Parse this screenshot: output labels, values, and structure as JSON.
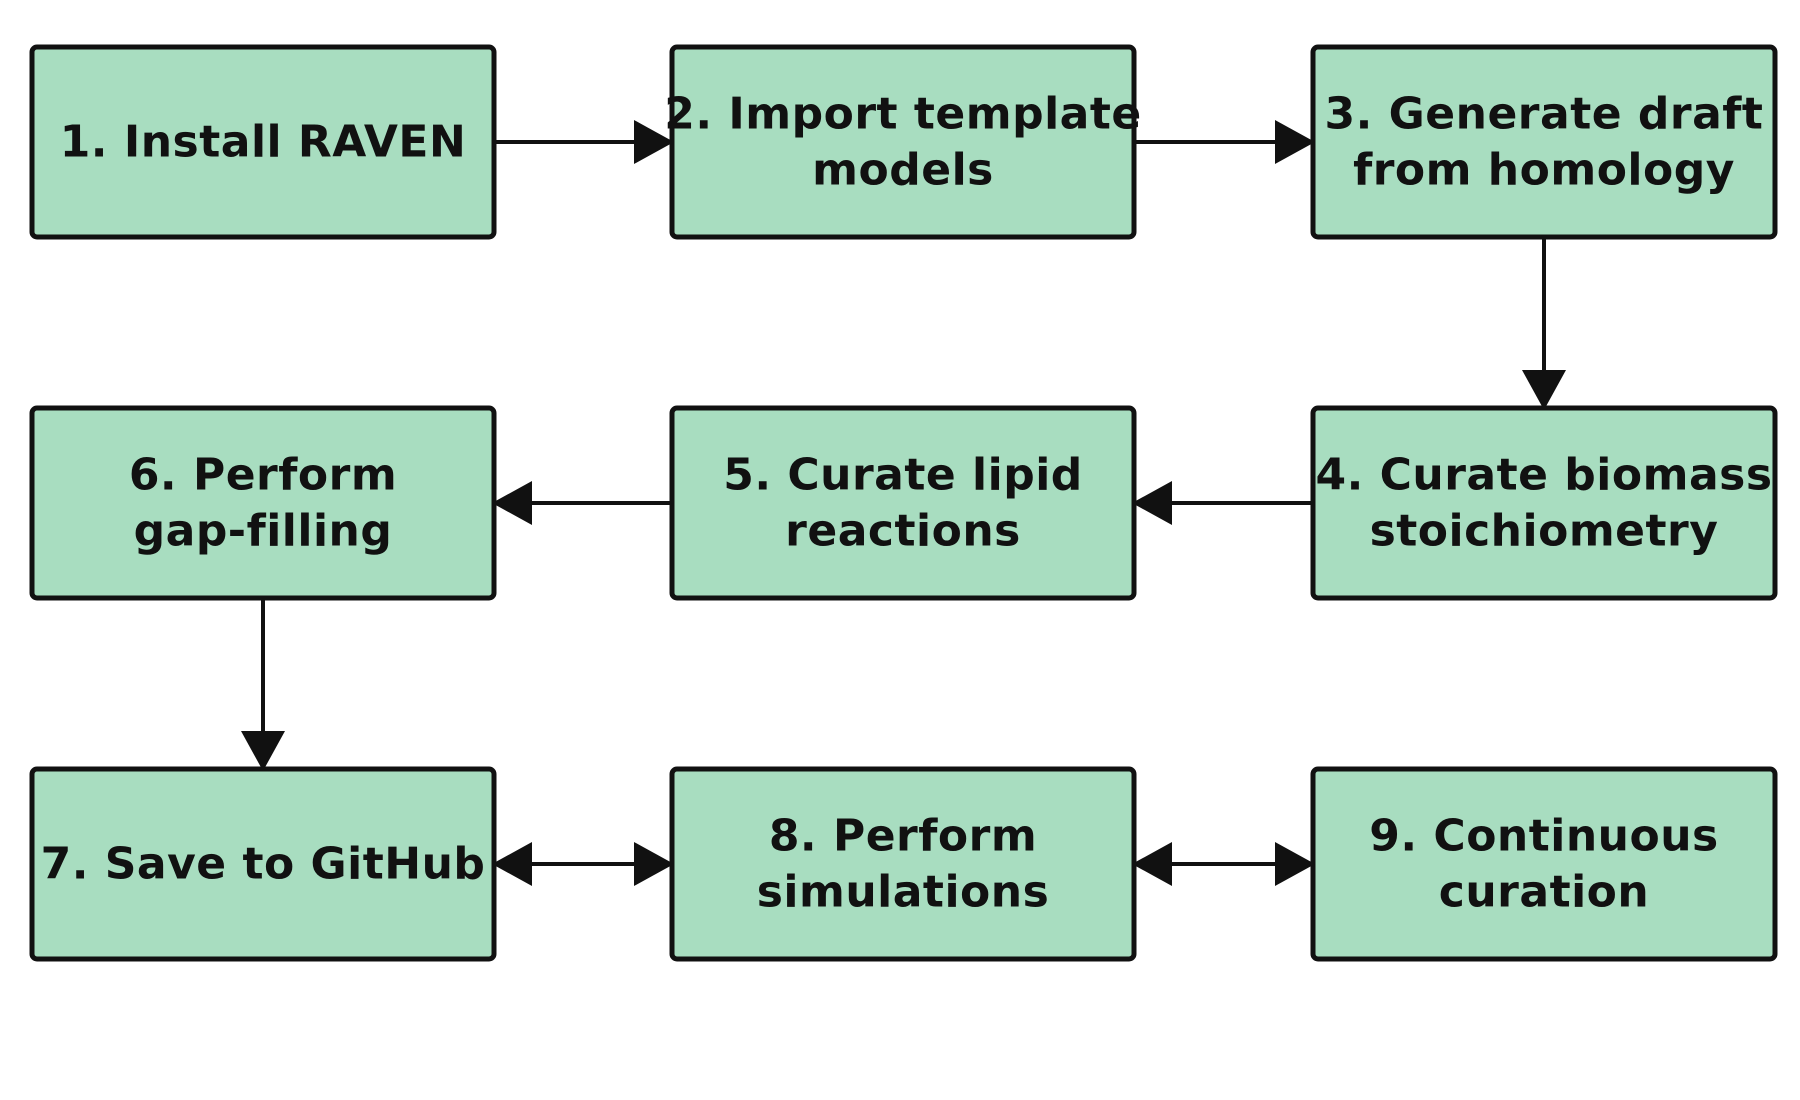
{
  "colors": {
    "box_fill": "#a8ddc0",
    "stroke": "#111111",
    "background": "#ffffff"
  },
  "steps": [
    {
      "id": "1",
      "lines": [
        "1. Install RAVEN"
      ]
    },
    {
      "id": "2",
      "lines": [
        "2. Import template",
        "models"
      ]
    },
    {
      "id": "3",
      "lines": [
        "3. Generate draft",
        "from homology"
      ]
    },
    {
      "id": "4",
      "lines": [
        "4. Curate biomass",
        "stoichiometry"
      ]
    },
    {
      "id": "5",
      "lines": [
        "5. Curate lipid",
        "reactions"
      ]
    },
    {
      "id": "6",
      "lines": [
        "6. Perform",
        "gap-filling"
      ]
    },
    {
      "id": "7",
      "lines": [
        "7. Save to GitHub"
      ]
    },
    {
      "id": "8",
      "lines": [
        "8. Perform",
        "simulations"
      ]
    },
    {
      "id": "9",
      "lines": [
        "9. Continuous",
        "curation"
      ]
    }
  ],
  "connections": [
    {
      "from": "1",
      "to": "2",
      "direction": "forward"
    },
    {
      "from": "2",
      "to": "3",
      "direction": "forward"
    },
    {
      "from": "3",
      "to": "4",
      "direction": "forward"
    },
    {
      "from": "4",
      "to": "5",
      "direction": "forward"
    },
    {
      "from": "5",
      "to": "6",
      "direction": "forward"
    },
    {
      "from": "6",
      "to": "7",
      "direction": "forward"
    },
    {
      "from": "7",
      "to": "8",
      "direction": "forward"
    },
    {
      "from": "8",
      "to": "9",
      "direction": "bidirectional"
    },
    {
      "from": "9",
      "to": "7",
      "direction": "forward"
    }
  ]
}
